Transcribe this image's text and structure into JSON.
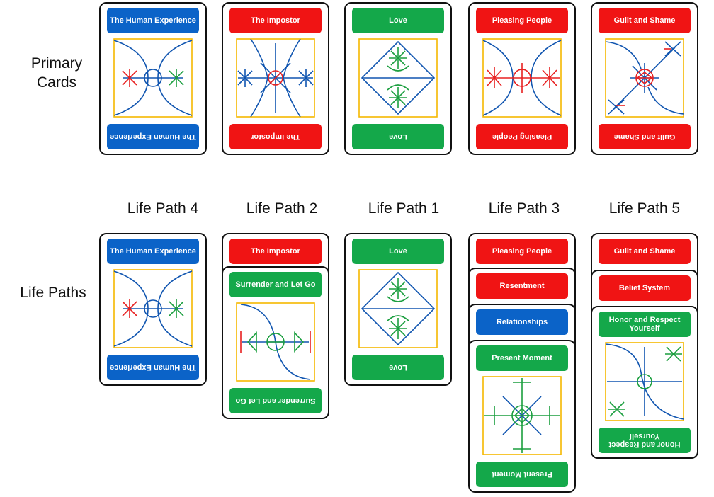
{
  "row_labels": {
    "primary": "Primary\nCards",
    "life": "Life Paths"
  },
  "colors": {
    "blue": "#0b63c8",
    "red": "#f01414",
    "green": "#14a84a",
    "art_blue": "#1055b0",
    "art_red": "#e82020",
    "art_green": "#1a9e3e",
    "frame": "#f5b800"
  },
  "icons": {
    "human": "human-experience-icon",
    "impostor": "impostor-icon",
    "love": "love-icon",
    "pleasing": "pleasing-people-icon",
    "guilt": "guilt-and-shame-icon",
    "surrender": "surrender-icon",
    "present": "present-moment-icon",
    "honor": "honor-and-respect-icon"
  },
  "primary_cards": [
    {
      "title": "The Human Experience",
      "color": "blue"
    },
    {
      "title": "The Impostor",
      "color": "red"
    },
    {
      "title": "Love",
      "color": "green"
    },
    {
      "title": "Pleasing People",
      "color": "red"
    },
    {
      "title": "Guilt and Shame",
      "color": "red"
    }
  ],
  "life_paths": [
    {
      "heading": "Life Path 4",
      "cards": [
        {
          "title": "The Human Experience",
          "color": "blue"
        }
      ]
    },
    {
      "heading": "Life Path 2",
      "cards": [
        {
          "title": "The Impostor",
          "color": "red"
        },
        {
          "title": "Surrender and Let Go",
          "color": "green"
        }
      ]
    },
    {
      "heading": "Life Path 1",
      "cards": [
        {
          "title": "Love",
          "color": "green"
        }
      ]
    },
    {
      "heading": "Life Path 3",
      "cards": [
        {
          "title": "Pleasing People",
          "color": "red"
        },
        {
          "title": "Resentment",
          "color": "red"
        },
        {
          "title": "Relationships",
          "color": "blue"
        },
        {
          "title": "Present Moment",
          "color": "green"
        }
      ]
    },
    {
      "heading": "Life Path 5",
      "cards": [
        {
          "title": "Guilt and Shame",
          "color": "red"
        },
        {
          "title": "Belief System",
          "color": "red"
        },
        {
          "title": "Honor and Respect Yourself",
          "color": "green"
        }
      ]
    }
  ]
}
